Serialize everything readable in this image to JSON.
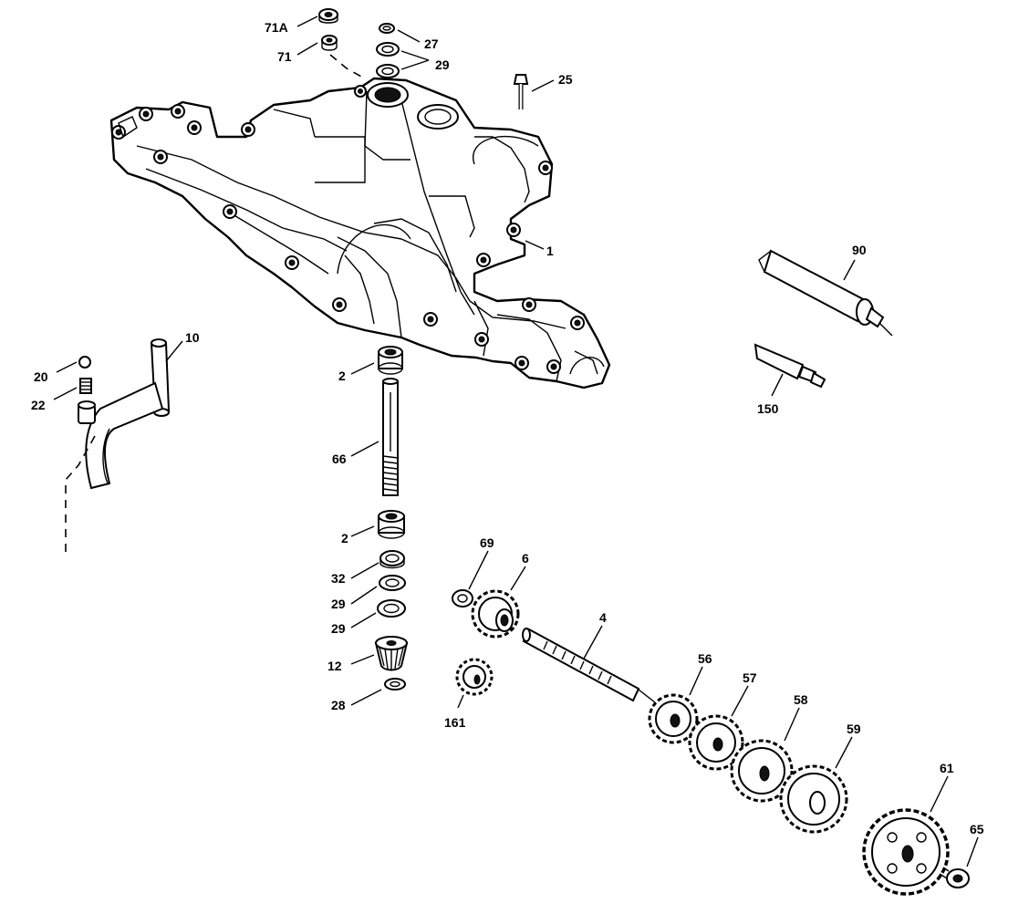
{
  "callouts": {
    "c71a": "71A",
    "c71": "71",
    "c27": "27",
    "c29_top": "29",
    "c25": "25",
    "c1": "1",
    "c90": "90",
    "c150": "150",
    "c10": "10",
    "c20": "20",
    "c22": "22",
    "c2_top": "2",
    "c66": "66",
    "c2_bottom": "2",
    "c32": "32",
    "c29_a": "29",
    "c29_b": "29",
    "c12": "12",
    "c28": "28",
    "c69": "69",
    "c6": "6",
    "c4": "4",
    "c161": "161",
    "c56": "56",
    "c57": "57",
    "c58": "58",
    "c59": "59",
    "c61": "61",
    "c65": "65"
  }
}
